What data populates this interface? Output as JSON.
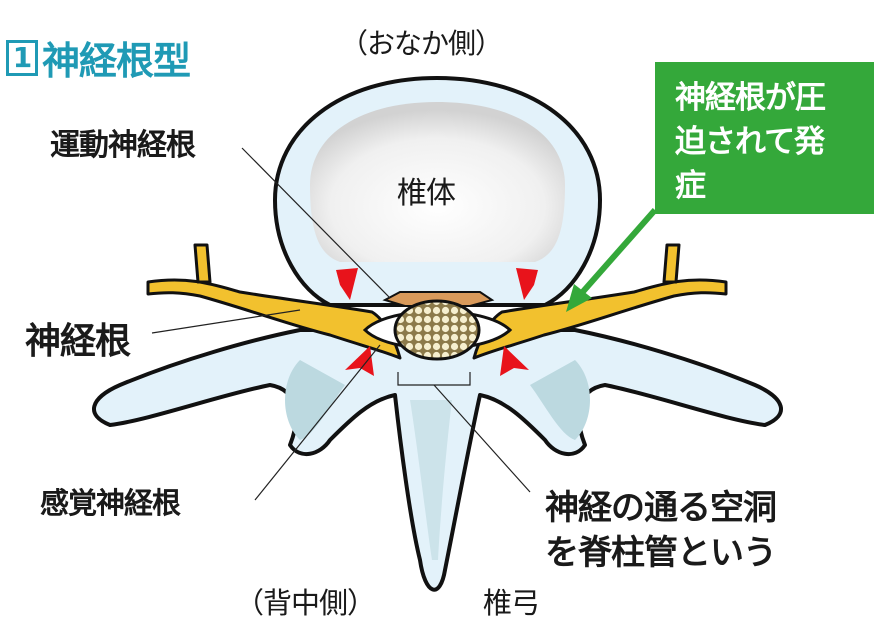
{
  "title": {
    "number": "1",
    "text": "神経根型",
    "color": "#1f9ab5"
  },
  "labels": {
    "front_side": "（おなか側）",
    "back_side": "（背中側）",
    "vertebral_body": "椎体",
    "motor_nerve_root": "運動神経根",
    "nerve_root": "神経根",
    "sensory_nerve_root": "感覚神経根",
    "spinal_canal_line1": "神経の通る空洞",
    "spinal_canal_line2": "を脊柱管という",
    "vertebral_arch": "椎弓"
  },
  "callout": {
    "lines": [
      "神経根が圧",
      "迫されて発",
      "症"
    ],
    "color": "#34a83a"
  },
  "colors": {
    "bone": "#e3f2fa",
    "bone_shadow": "#bcd9e0",
    "nerve": "#f2c12e",
    "disc": "#d99a5b",
    "arrow": "#e8131b",
    "cord": "#f3ecc8"
  }
}
